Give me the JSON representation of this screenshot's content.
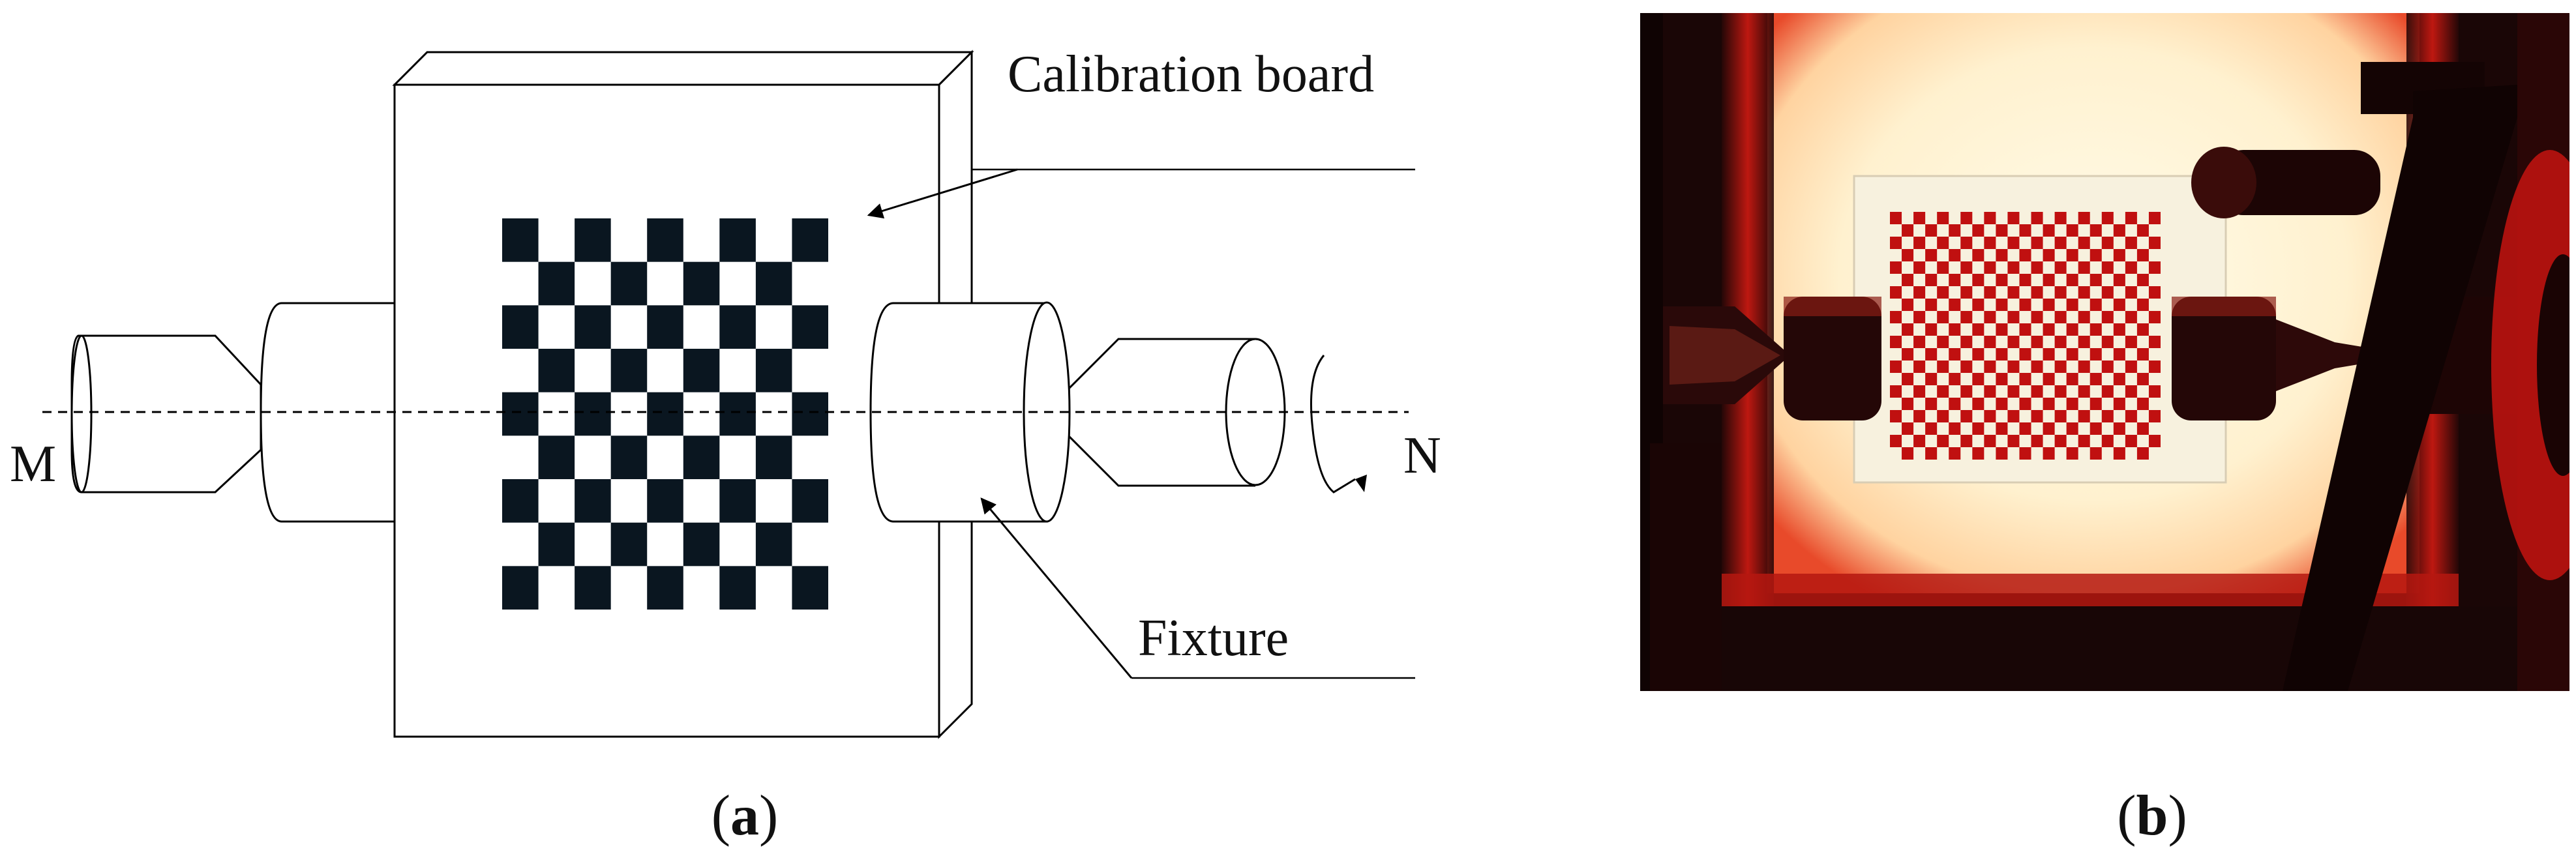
{
  "figure": {
    "panel_a": {
      "caption_open": "(",
      "caption_letter": "a",
      "caption_close": ")",
      "labels": {
        "board": "Calibration board",
        "fixture": "Fixture",
        "axis_left": "M",
        "axis_right": "N"
      },
      "checker": {
        "rows": 9,
        "cols": 9
      }
    },
    "panel_b": {
      "caption_open": "(",
      "caption_letter": "b",
      "caption_close": ")",
      "photo_colors": {
        "glow": "#fff4d8",
        "red": "#c01010",
        "dark": "#120606"
      },
      "checker": {
        "rows": 20,
        "cols": 23
      }
    }
  }
}
